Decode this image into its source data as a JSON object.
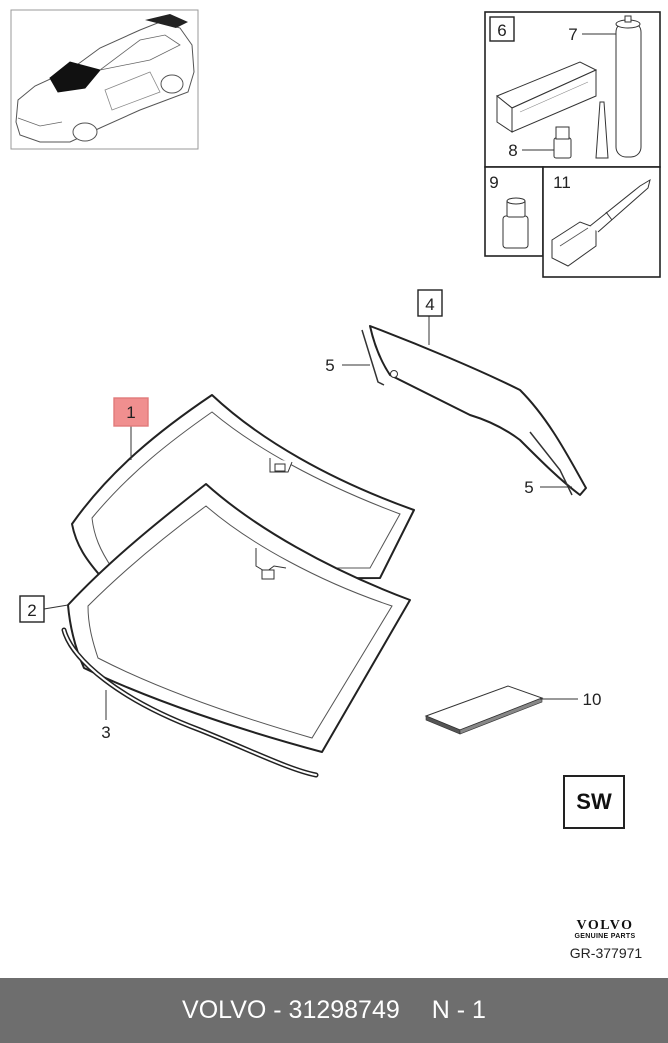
{
  "callouts": {
    "c1": "1",
    "c2": "2",
    "c3": "3",
    "c4": "4",
    "c5a": "5",
    "c5b": "5",
    "c6": "6",
    "c7": "7",
    "c8": "8",
    "c9": "9",
    "c10": "10",
    "c11": "11"
  },
  "badge": "SW",
  "brand": {
    "name": "VOLVO",
    "subtitle": "GENUINE PARTS"
  },
  "reference_code": "GR-377971",
  "footer": {
    "part_text": "VOLVO - 31298749",
    "page_text": "N - 1"
  },
  "colors": {
    "highlight": "#f08f8f",
    "footer_bg": "#6e6e6e",
    "line": "#222222"
  },
  "icons": [
    "car-thumbnail-icon",
    "windshield-icon",
    "quarter-glass-icon",
    "adhesive-kit-icon",
    "primer-bottle-icon",
    "cutting-tool-icon"
  ]
}
